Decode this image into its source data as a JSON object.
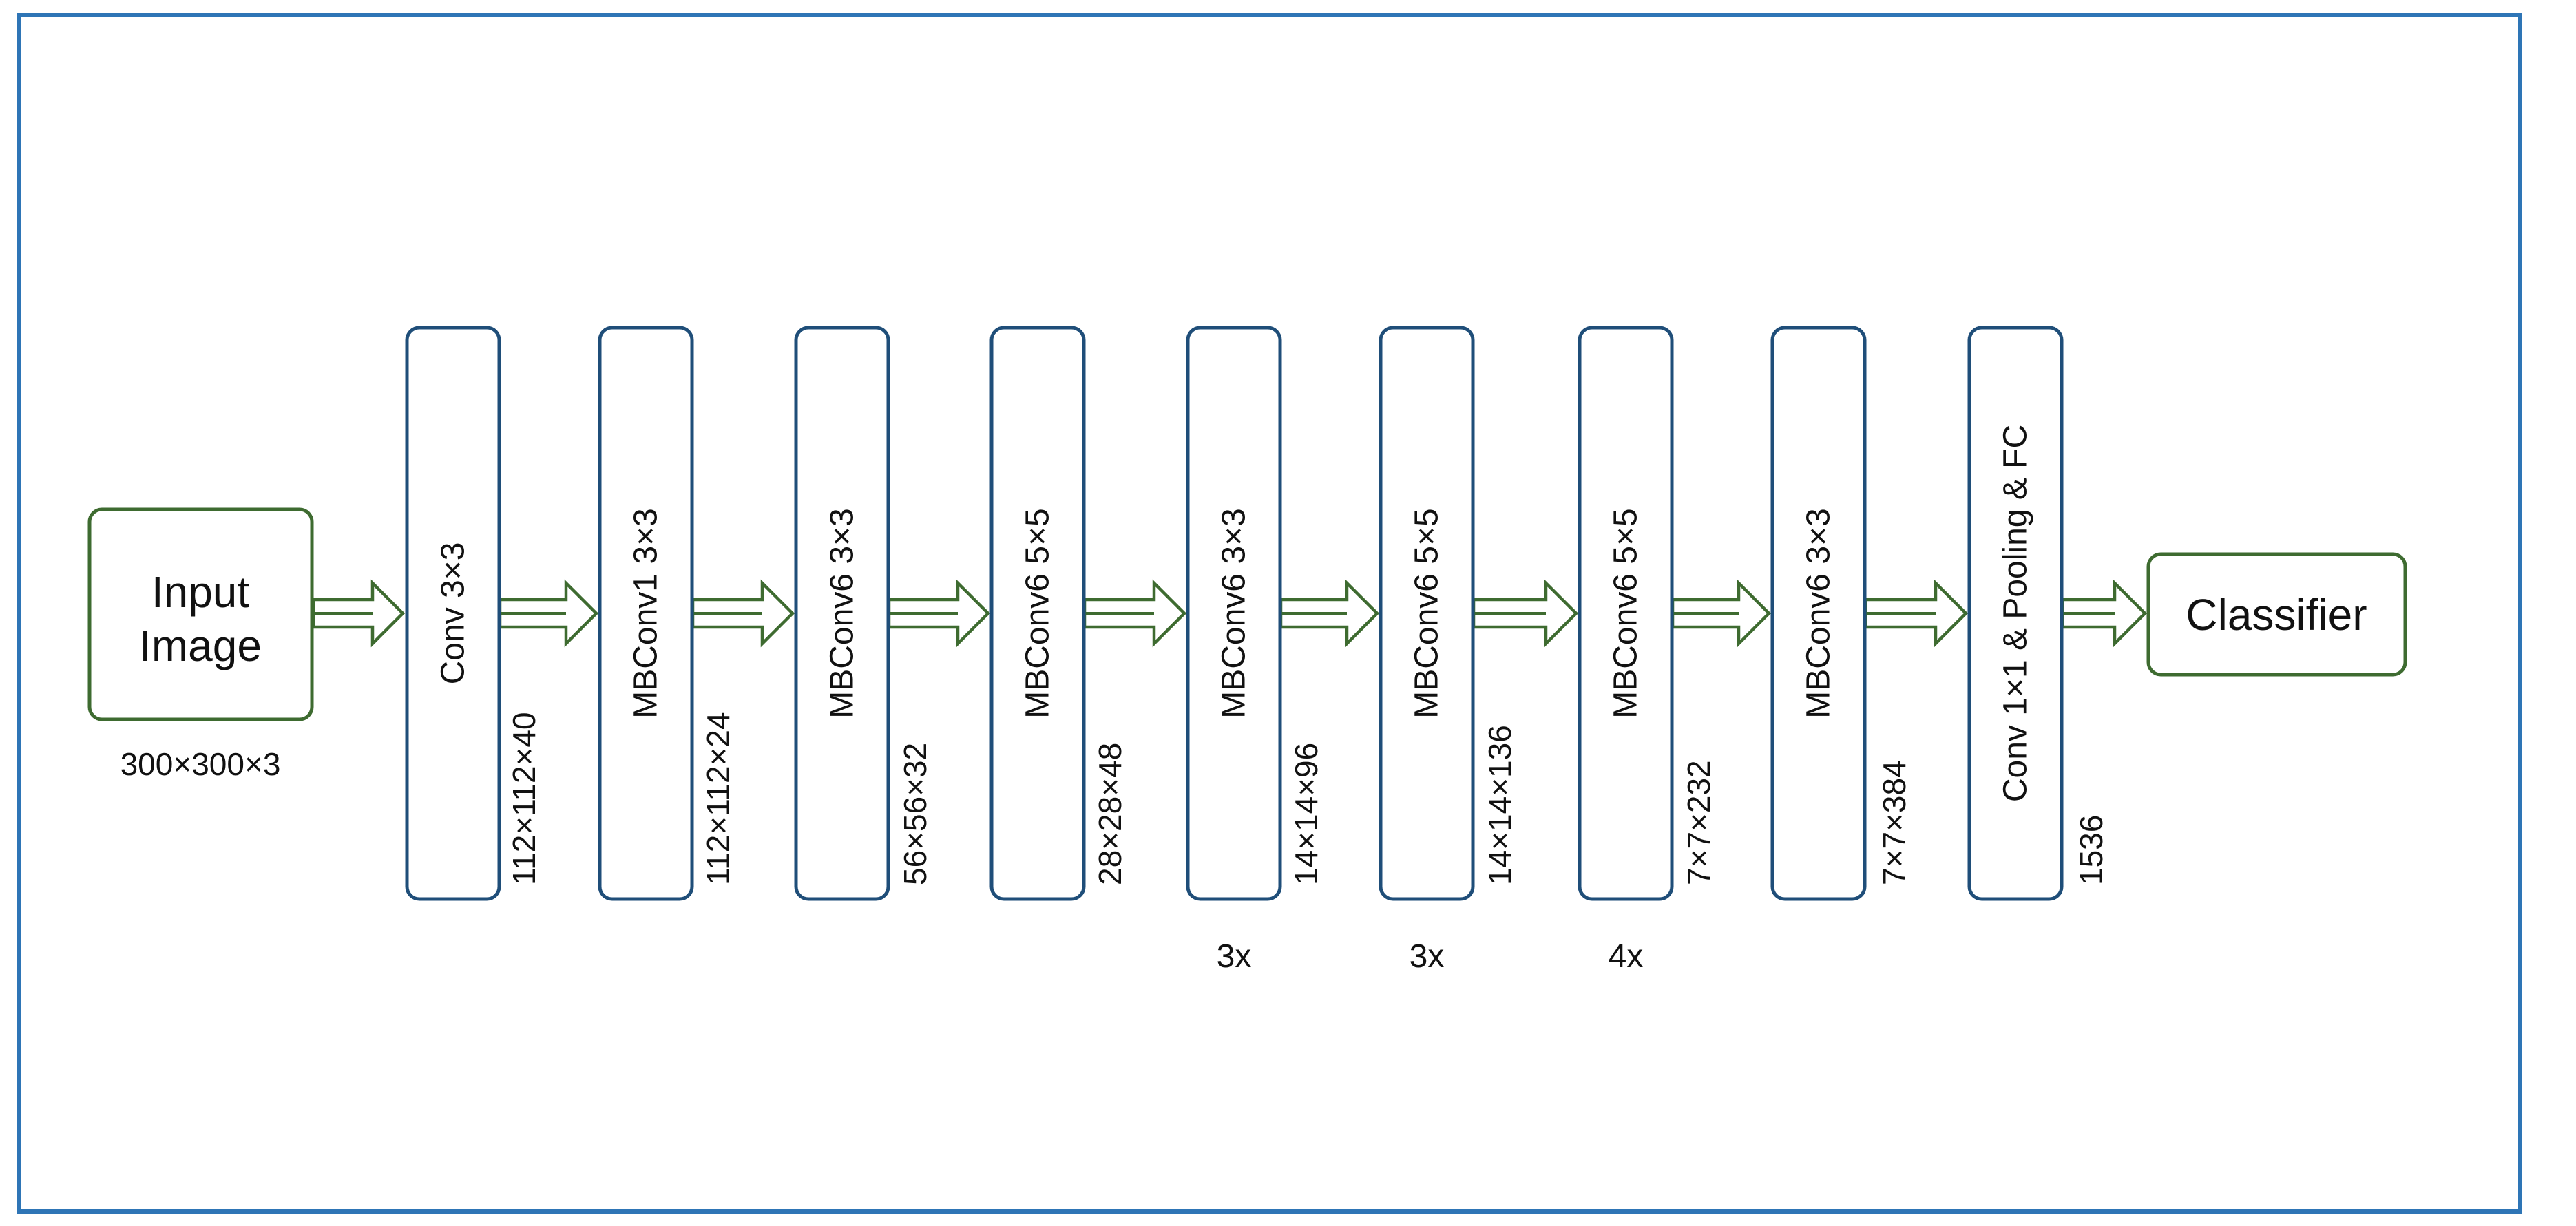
{
  "input": {
    "label_line1": "Input",
    "label_line2": "Image",
    "size": "300×300×3"
  },
  "layers": [
    {
      "label": "Conv 3×3",
      "output": "112×112×40",
      "repeat": ""
    },
    {
      "label": "MBConv1  3×3",
      "output": "112×112×24",
      "repeat": ""
    },
    {
      "label": "MBConv6  3×3",
      "output": "56×56×32",
      "repeat": ""
    },
    {
      "label": "MBConv6  5×5",
      "output": "28×28×48",
      "repeat": ""
    },
    {
      "label": "MBConv6  3×3",
      "output": "14×14×96",
      "repeat": "3x"
    },
    {
      "label": "MBConv6  5×5",
      "output": "14×14×136",
      "repeat": "3x"
    },
    {
      "label": "MBConv6  5×5",
      "output": "7×7×232",
      "repeat": "4x"
    },
    {
      "label": "MBConv6  3×3",
      "output": "7×7×384",
      "repeat": ""
    },
    {
      "label": "Conv 1×1 & Pooling & FC",
      "output": "1536",
      "repeat": ""
    }
  ],
  "output": {
    "label": "Classifier"
  },
  "colors": {
    "frame": "#2e75b6",
    "layer_border": "#1f4e79",
    "io_border": "#3e6b30",
    "arrow": "#3e6b30"
  }
}
